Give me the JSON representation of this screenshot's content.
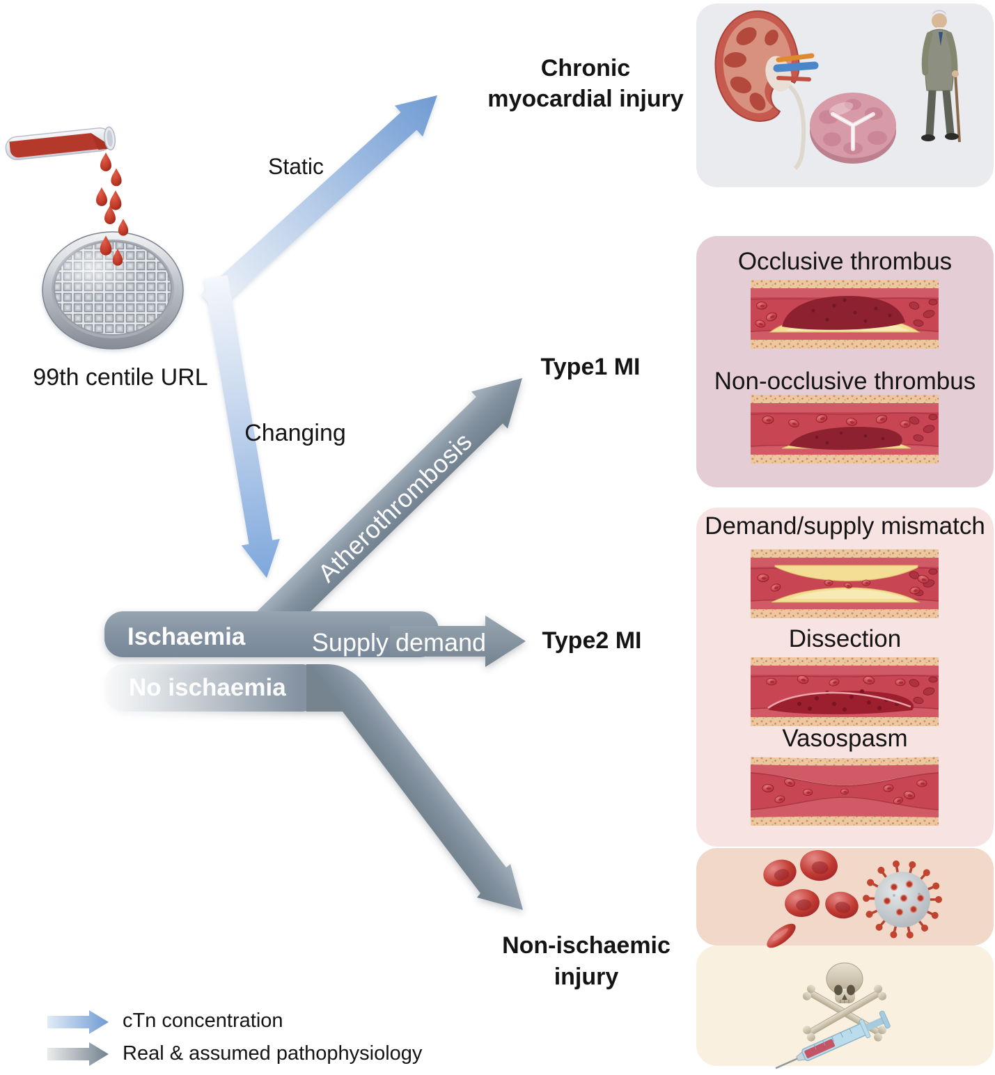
{
  "source": {
    "label": "99th centile URL",
    "icons": [
      "blood-test-tube",
      "blood-drops",
      "sieve-99th-centile"
    ]
  },
  "flow": {
    "static": "Static",
    "changing": "Changing",
    "ischaemia": "Ischaemia",
    "no_ischaemia": "No ischaemia",
    "atherothrombosis": "Atherothrombosis",
    "supply_demand": "Supply demand"
  },
  "outcomes": {
    "chronic": "Chronic myocardial injury",
    "type1": "Type1 MI",
    "type2": "Type2 MI",
    "non_ischaemic": "Non-ischaemic injury"
  },
  "panels": {
    "chronic_causes": {
      "icons": [
        "kidney",
        "aortic-valve",
        "elderly-man"
      ]
    },
    "type1_causes": {
      "titles": [
        "Occlusive thrombus",
        "Non-occlusive thrombus"
      ],
      "icons": [
        "occluded-artery",
        "partially-occluded-artery"
      ]
    },
    "type2_causes": {
      "titles": [
        "Demand/supply mismatch",
        "Dissection",
        "Vasospasm"
      ],
      "icons": [
        "stenosed-artery",
        "dissected-artery",
        "constricted-artery"
      ]
    },
    "non_ischaemic_causes": {
      "icons": [
        "red-blood-cells",
        "coronavirus"
      ]
    },
    "toxic_causes": {
      "icons": [
        "skull-and-crossbones",
        "syringe"
      ]
    }
  },
  "legend": {
    "items": [
      {
        "arrow": "blue",
        "label": "cTn concentration"
      },
      {
        "arrow": "grey",
        "label": "Real & assumed pathophysiology"
      }
    ]
  },
  "colors": {
    "blue_arrow": "#6f9bd3",
    "grey_arrow": "#8492a1",
    "panel_chronic": "#e9ebee",
    "panel_type1": "#e5cdd6",
    "panel_type2": "#f7e3e1",
    "panel_cells": "#f2d8c9",
    "panel_toxic": "#faf0e0",
    "text": "#141414"
  }
}
